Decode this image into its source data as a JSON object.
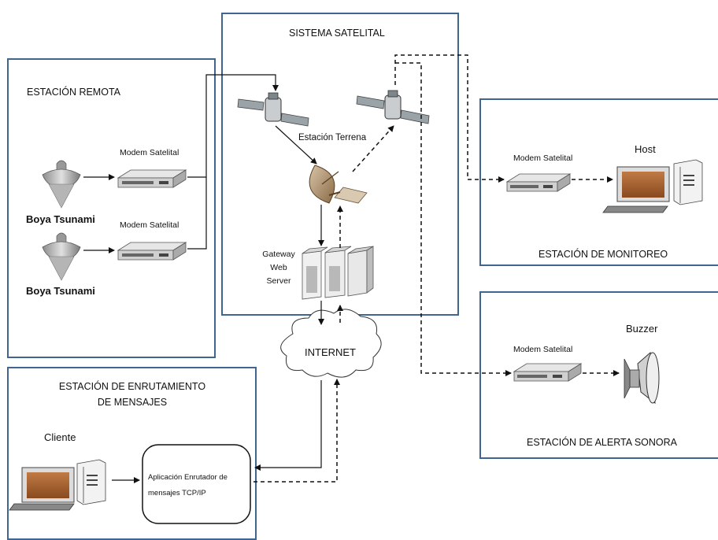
{
  "sections": {
    "sistema_satelital": "SISTEMA SATELITAL",
    "estacion_remota": "ESTACIÓN REMOTA",
    "estacion_monitoreo": "ESTACIÓN DE MONITOREO",
    "estacion_alerta": "ESTACIÓN DE ALERTA SONORA",
    "estacion_enrutamiento_line1": "ESTACIÓN DE ENRUTAMIENTO",
    "estacion_enrutamiento_line2": "DE MENSAJES"
  },
  "labels": {
    "modem_satelital": "Modem Satelital",
    "boya_tsunami": "Boya Tsunami",
    "estacion_terrena": "Estación Terrena",
    "gateway_line1": "Gateway",
    "gateway_line2": "Web",
    "gateway_line3": "Server",
    "internet": "INTERNET",
    "host": "Host",
    "buzzer": "Buzzer",
    "cliente": "Cliente",
    "app_line1": "Aplicación Enrutador de",
    "app_line2": "mensajes TCP/IP"
  },
  "colors": {
    "box_border": "#3f6590",
    "line": "#111111"
  }
}
